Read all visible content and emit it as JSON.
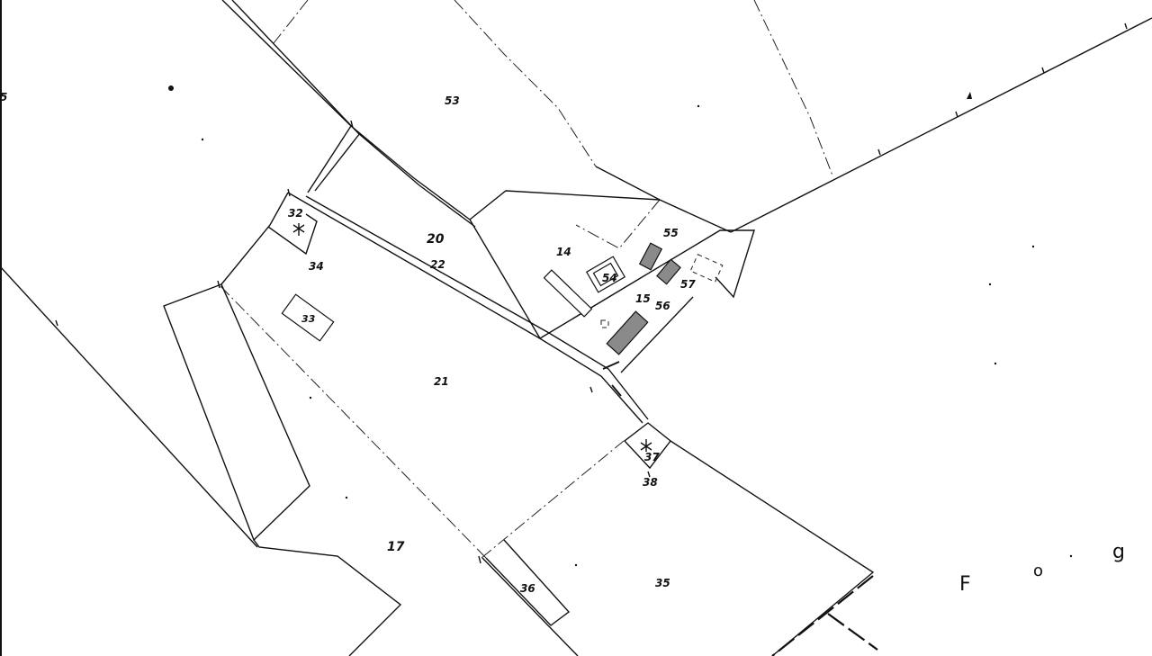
{
  "map": {
    "parcels": [
      {
        "id": "p53",
        "label": "53"
      },
      {
        "id": "p20",
        "label": "20"
      },
      {
        "id": "p22",
        "label": "22"
      },
      {
        "id": "p32",
        "label": "32"
      },
      {
        "id": "p34",
        "label": "34"
      },
      {
        "id": "p33",
        "label": "33"
      },
      {
        "id": "p14",
        "label": "14"
      },
      {
        "id": "p54",
        "label": "54"
      },
      {
        "id": "p55",
        "label": "55"
      },
      {
        "id": "p57",
        "label": "57"
      },
      {
        "id": "p15",
        "label": "15"
      },
      {
        "id": "p56",
        "label": "56"
      },
      {
        "id": "p21",
        "label": "21"
      },
      {
        "id": "p37",
        "label": "37"
      },
      {
        "id": "p38",
        "label": "38"
      },
      {
        "id": "p17",
        "label": "17"
      },
      {
        "id": "p36",
        "label": "36"
      },
      {
        "id": "p35",
        "label": "35"
      }
    ],
    "edge_fragment": "5",
    "place_name_letters": [
      "F",
      "o",
      "g"
    ]
  }
}
